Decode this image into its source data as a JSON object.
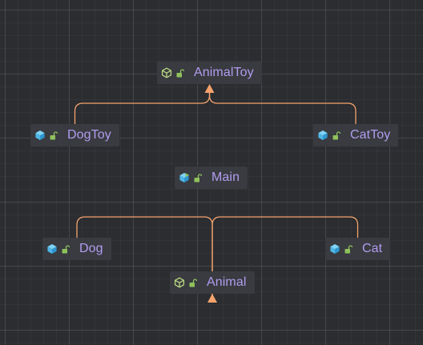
{
  "colors": {
    "background": "#2b2d30",
    "node_background": "#393b40",
    "label": "#b29cf0",
    "edge": "#f5a36d",
    "interface_icon": "#b9d780",
    "class_icon": "#4fc3f0",
    "access_icon": "#8fc15b"
  },
  "nodes": [
    {
      "id": "animaltoy",
      "label": "AnimalToy",
      "icon": "interface-icon"
    },
    {
      "id": "dogtoy",
      "label": "DogToy",
      "icon": "class-icon"
    },
    {
      "id": "cattoy",
      "label": "CatToy",
      "icon": "class-icon"
    },
    {
      "id": "main",
      "label": "Main",
      "icon": "main-class-icon"
    },
    {
      "id": "dog",
      "label": "Dog",
      "icon": "class-icon"
    },
    {
      "id": "cat",
      "label": "Cat",
      "icon": "class-icon"
    },
    {
      "id": "animal",
      "label": "Animal",
      "icon": "interface-icon"
    }
  ],
  "edges": [
    {
      "from": "dogtoy",
      "to": "animaltoy",
      "kind": "implements"
    },
    {
      "from": "cattoy",
      "to": "animaltoy",
      "kind": "implements"
    },
    {
      "from": "dog",
      "to": "animal",
      "kind": "implements"
    },
    {
      "from": "cat",
      "to": "animal",
      "kind": "implements"
    }
  ]
}
